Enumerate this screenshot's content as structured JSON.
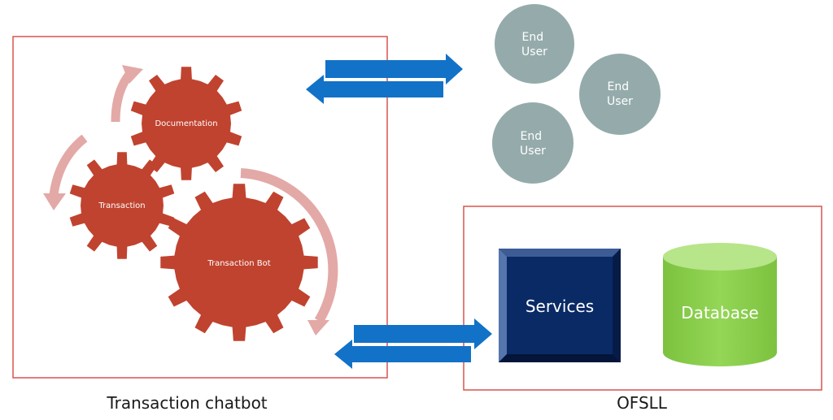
{
  "chatbot": {
    "caption": "Transaction chatbot",
    "gears": {
      "documentation": "Documentation",
      "transaction": "Transaction",
      "bot": "Transaction Bot"
    }
  },
  "end_users": [
    "End\nUser",
    "End\nUser",
    "End\nUser"
  ],
  "ofsll": {
    "caption": "OFSLL",
    "services": "Services",
    "database": "Database"
  },
  "colors": {
    "frame": "#d9534f",
    "gear": "#c0432f",
    "cycle_arrow": "#e3a9a7",
    "flow_arrow": "#1272c7",
    "end_user": "#95abab",
    "services": "#0a2a66",
    "database": "#8bd14c"
  }
}
